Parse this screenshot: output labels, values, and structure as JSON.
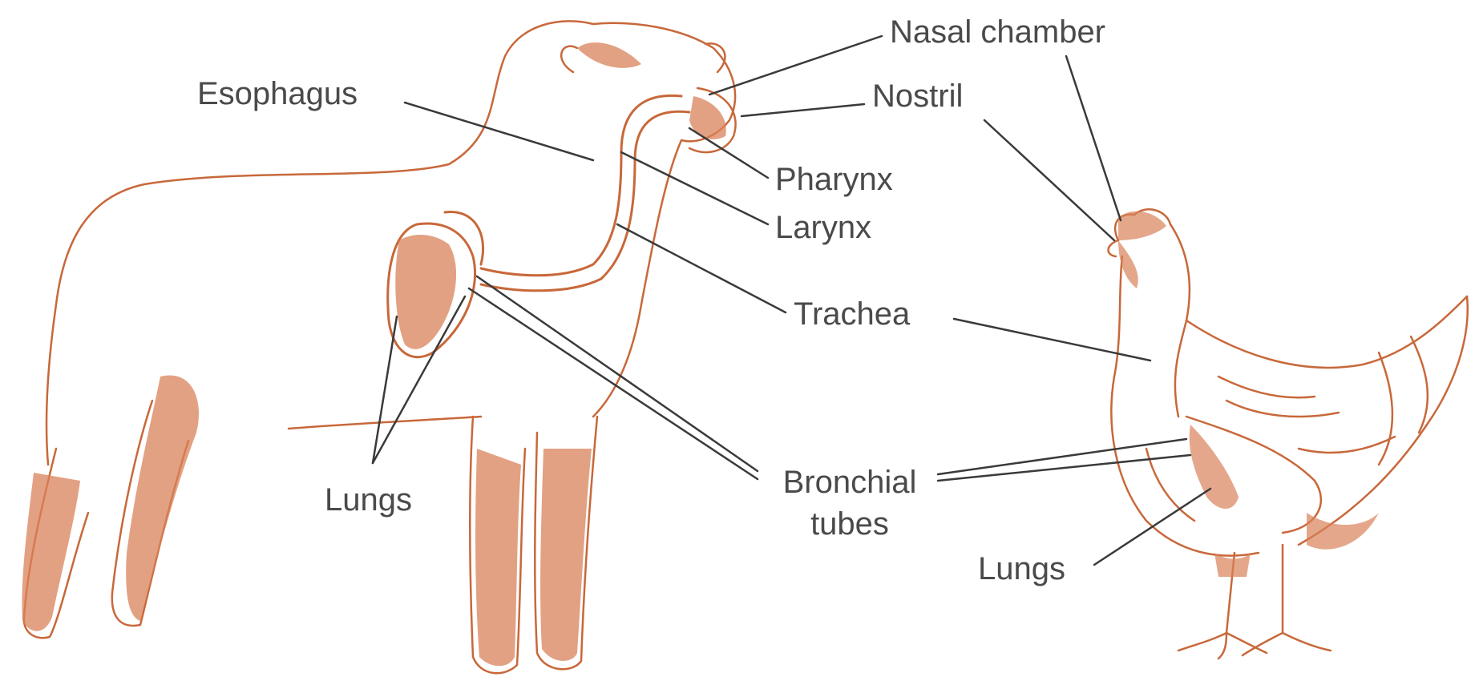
{
  "labels": {
    "nasal_chamber": "Nasal chamber",
    "nostril": "Nostril",
    "esophagus": "Esophagus",
    "pharynx": "Pharynx",
    "larynx": "Larynx",
    "trachea": "Trachea",
    "bronchial_line1": "Bronchial",
    "bronchial_line2": "tubes",
    "lungs_sheep": "Lungs",
    "lungs_chicken": "Lungs"
  },
  "colors": {
    "illustration": "#c8683a",
    "shading": "#d9825a",
    "leader_line": "#3a3a3a",
    "label_text": "#4a4a4a"
  }
}
